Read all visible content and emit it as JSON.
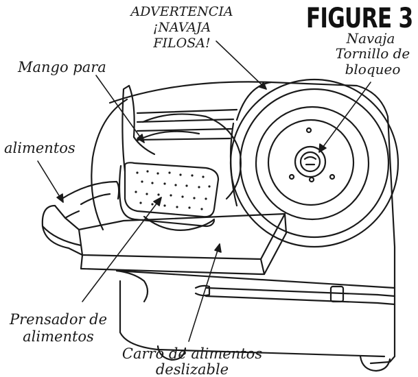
{
  "figure_title": "FIGURE 3",
  "labels": {
    "warning_line1": "ADVERTENCIA",
    "warning_line2": "¡NAVAJA",
    "warning_line3": "FILOSA!",
    "blade": "Navaja",
    "lock_screw_line1": "Tornillo de",
    "lock_screw_line2": "bloqueo",
    "handle_line1": "Mango para",
    "handle_line2": "alimentos",
    "food_pusher_line1": "Prensador de",
    "food_pusher_line2": "alimentos",
    "carriage_line1": "Carro de alimentos",
    "carriage_line2": "deslizable"
  },
  "colors": {
    "ink": "#1a1a1a",
    "paper": "#ffffff"
  }
}
